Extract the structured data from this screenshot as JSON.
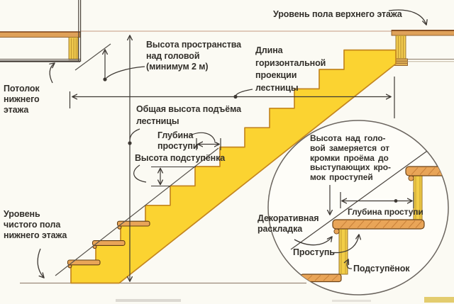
{
  "diagram": {
    "subject": "staircase-section-diagram",
    "labels": {
      "upper_floor_level": "Уровень пола верхнего этажа",
      "headroom": "Высота пространства\nнад головой\n(минимум 2 м)",
      "horizontal_projection": "Длина\nгоризонтальной\nпроекции\nлестницы",
      "ceiling_lower_floor": "Потолок\nнижнего\nэтажа",
      "total_rise": "Общая высота подъёма\nлестницы",
      "tread_depth": "Глубина\nпроступи",
      "riser_height": "Высота подступёнка",
      "finished_floor_level": "Уровень\nчистого пола\nнижнего этажа"
    },
    "detail_view": {
      "note": "Высота над голо-\nвой замеряется от\nкромки проёма до\nвыступающих кро-\nмок проступей",
      "decorative_molding": "Декоративная\nраскладка",
      "tread_depth": "Глубина проступи",
      "tread": "Проступь",
      "riser": "Подступёнок"
    },
    "colors": {
      "stair_fill": "#FBD331",
      "stair_outline": "#C4861F",
      "wood_tread": "#E9A558",
      "wood_board": "#DFA159",
      "joist": "#EFC94E",
      "line": "#3d3833",
      "text": "#33302b",
      "background": "#FBFAF3"
    }
  }
}
